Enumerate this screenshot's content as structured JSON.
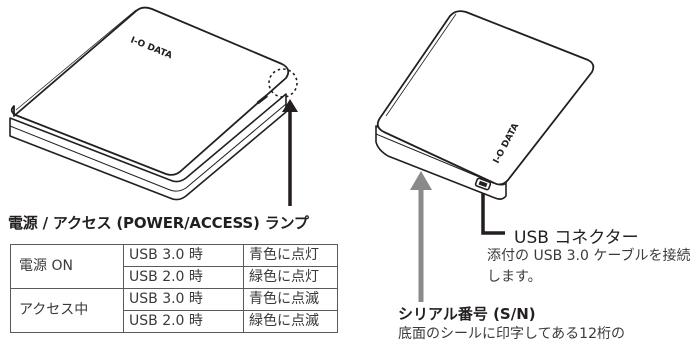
{
  "illustration": {
    "left_logo": "I-O DATA",
    "right_logo": "I-O DATA"
  },
  "led_section": {
    "title": "電源 / アクセス (POWER/ACCESS) ランプ",
    "rows": [
      {
        "group": "電源 ON",
        "usb": "USB 3.0 時",
        "status": "青色に点灯"
      },
      {
        "group": "",
        "usb": "USB 2.0 時",
        "status": "緑色に点灯"
      },
      {
        "group": "アクセス中",
        "usb": "USB 3.0 時",
        "status": "青色に点滅"
      },
      {
        "group": "",
        "usb": "USB 2.0 時",
        "status": "緑色に点滅"
      }
    ]
  },
  "usb_connector": {
    "title": "USB コネクター",
    "description": "添付の USB 3.0 ケーブルを接続します。"
  },
  "serial": {
    "title": "シリアル番号 (S/N)",
    "description": "底面のシールに印字してある12桁の"
  },
  "colors": {
    "text": "#231f20",
    "arrow_gray": "#8a8a8a",
    "outline": "#231f20"
  }
}
